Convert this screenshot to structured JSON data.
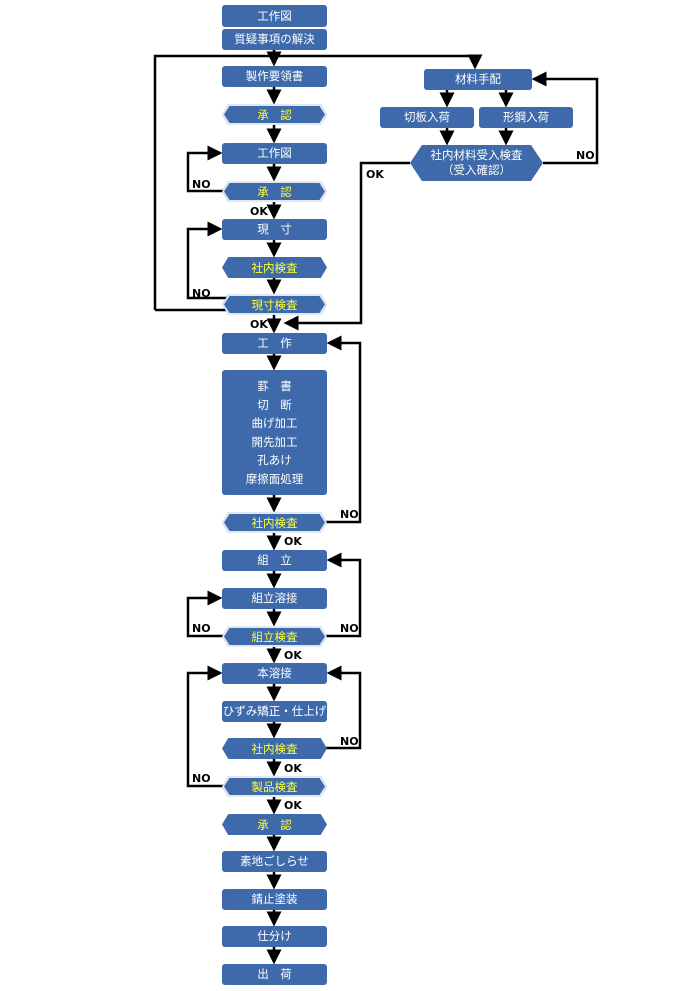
{
  "nodes": {
    "n1": "工作図",
    "n2": "質疑事項の解決",
    "n3": "製作要領書",
    "n4": "承　認",
    "n5": "工作図",
    "n6": "承　認",
    "n7": "現　寸",
    "n8": "社内検査",
    "n9": "現寸検査",
    "n10": "工　作",
    "n11": "罫　書\n切　断\n曲げ加工\n開先加工\n孔あけ\n摩擦面処理",
    "n12": "社内検査",
    "n13": "組　立",
    "n14": "組立溶接",
    "n15": "組立検査",
    "n16": "本溶接",
    "n17": "ひずみ矯正・仕上げ",
    "n18": "社内検査",
    "n19": "製品検査",
    "n20": "承　認",
    "n21": "素地ごしらせ",
    "n22": "錆止塗装",
    "n23": "仕分け",
    "n24": "出　荷",
    "r1": "材料手配",
    "r2": "切板入荷",
    "r3": "形鋼入荷",
    "r4": "社内材料受入検査\n（受入確認）"
  },
  "labels": {
    "ok": "OK",
    "no": "NO"
  },
  "colors": {
    "box": "#3e6aab",
    "inspection_text": "#ffff33",
    "line": "#000000"
  }
}
